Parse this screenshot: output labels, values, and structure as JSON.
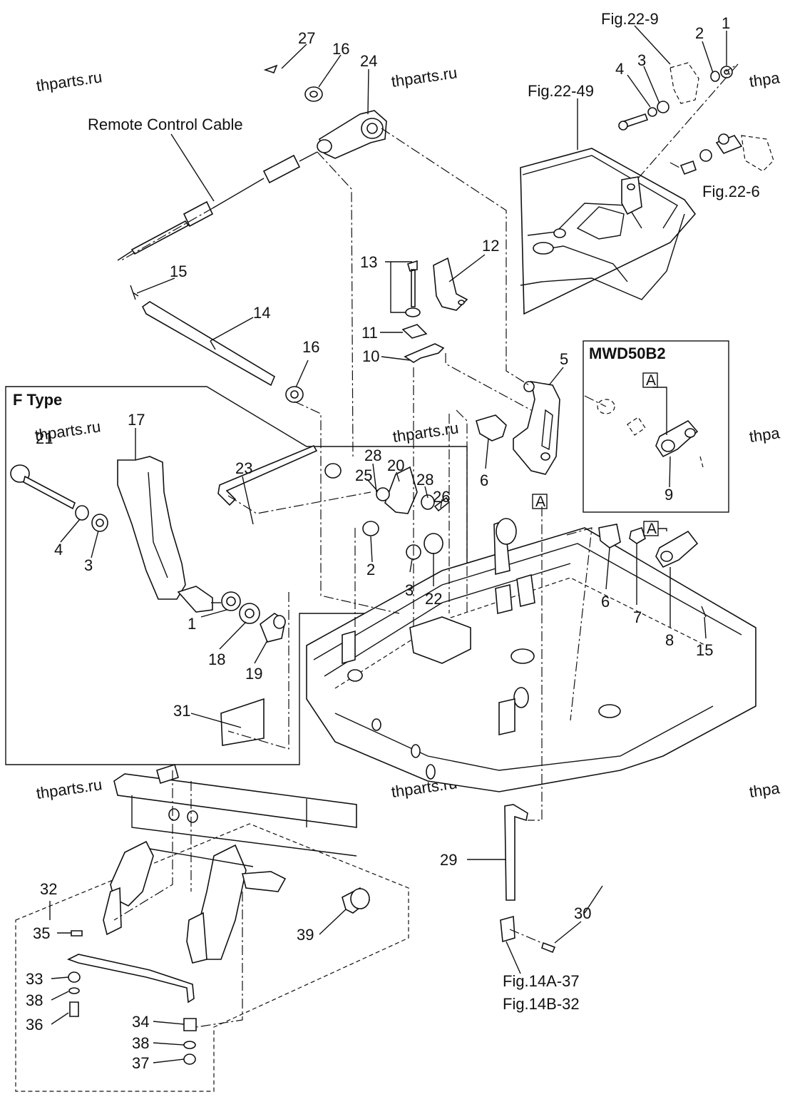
{
  "watermarks": [
    "thparts.ru",
    "thparts.ru",
    "thparts.ru",
    "thparts.ru",
    "thparts.ru",
    "thparts.ru",
    "thpa",
    "thpa",
    "thpa"
  ],
  "section_titles": {
    "f_type": "F Type",
    "mwd": "MWD50B2"
  },
  "references": {
    "fig_22_9": "Fig.22-9",
    "fig_22_49": "Fig.22-49",
    "fig_22_6": "Fig.22-6",
    "fig_14a_37": "Fig.14A-37",
    "fig_14b_32": "Fig.14B-32"
  },
  "remote_cable": "Remote Control Cable",
  "detail_marker": "A",
  "callouts": [
    "27",
    "16",
    "24",
    "2",
    "1",
    "4",
    "3",
    "15",
    "14",
    "13",
    "12",
    "11",
    "10",
    "5",
    "16",
    "6",
    "17",
    "23",
    "28",
    "20",
    "25",
    "28",
    "26",
    "4",
    "3",
    "2",
    "3",
    "22",
    "1",
    "18",
    "19",
    "31",
    "9",
    "6",
    "7",
    "8",
    "15",
    "29",
    "30",
    "32",
    "35",
    "39",
    "33",
    "38",
    "36",
    "34",
    "38",
    "37",
    "21"
  ]
}
